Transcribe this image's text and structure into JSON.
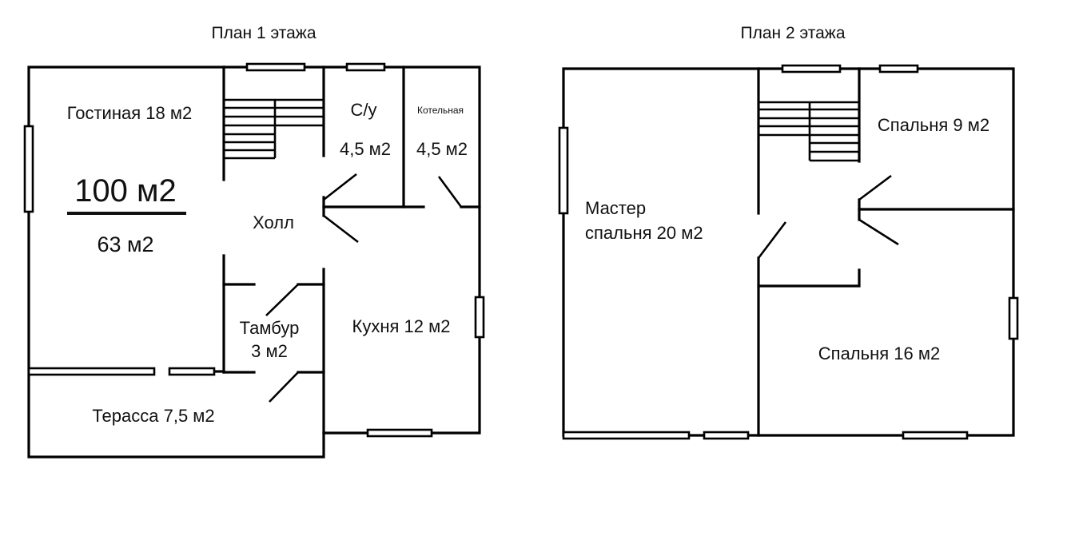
{
  "plan1": {
    "title": "План 1 этажа",
    "total_area": "100 м2",
    "living_area": "63 м2",
    "rooms": {
      "living": "Гостиная 18 м2",
      "hall": "Холл",
      "bathroom": "С/у",
      "bathroom_area": "4,5 м2",
      "boiler": "Котельная",
      "boiler_area": "4,5 м2",
      "vestibule": "Тамбур",
      "vestibule_area": "3 м2",
      "kitchen": "Кухня 12 м2",
      "terrace": "Терасса 7,5 м2"
    }
  },
  "plan2": {
    "title": "План 2 этажа",
    "rooms": {
      "bedroom_small": "Спальня 9 м2",
      "master_line1": "Мастер",
      "master_line2": "спальня 20 м2",
      "bedroom_large": "Спальня 16 м2"
    }
  }
}
